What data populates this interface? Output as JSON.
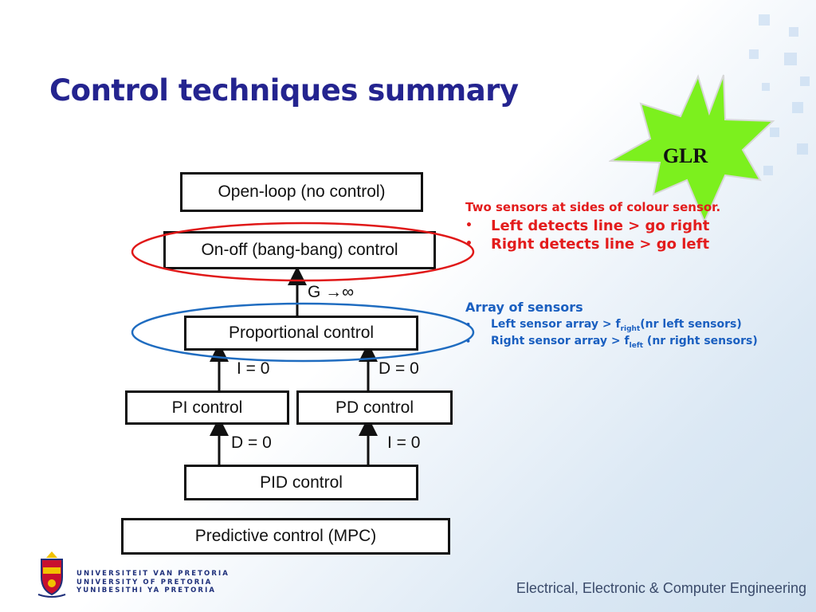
{
  "slide": {
    "title": "Control techniques summary"
  },
  "badge": {
    "label": "GLR",
    "fill": "#7cf01e"
  },
  "diagram": {
    "boxes": {
      "open_loop": "Open-loop (no control)",
      "on_off": "On-off (bang-bang) control",
      "proportional": "Proportional control",
      "pi": "PI control",
      "pd": "PD control",
      "pid": "PID control",
      "predictive": "Predictive control (MPC)"
    },
    "edge_labels": {
      "gain": "G →∞",
      "i_zero_top": "I = 0",
      "d_zero_top": "D = 0",
      "d_zero_bottom": "D = 0",
      "i_zero_bottom": "I = 0"
    },
    "highlight_colors": {
      "red_ellipse": "#e01818",
      "blue_ellipse": "#1f6cc0"
    }
  },
  "notes": {
    "red": {
      "lead": "Two sensors at sides of colour sensor.",
      "bullet": "•",
      "items": [
        "Left detects line > go right",
        "Right detects line > go left"
      ]
    },
    "blue": {
      "lead": "Array of sensors",
      "bullet": "•",
      "item1_pre": "Left sensor array > f",
      "item1_sub": "right",
      "item1_post": "(nr left sensors)",
      "item2_pre": "Right sensor array > f",
      "item2_sub": "left",
      "item2_post": " (nr right sensors)"
    }
  },
  "footer": {
    "university_lines": [
      "UNIVERSITEIT VAN PRETORIA",
      "UNIVERSITY OF PRETORIA",
      "YUNIBESITHI YA PRETORIA"
    ],
    "department": "Electrical, Electronic & Computer Engineering"
  }
}
